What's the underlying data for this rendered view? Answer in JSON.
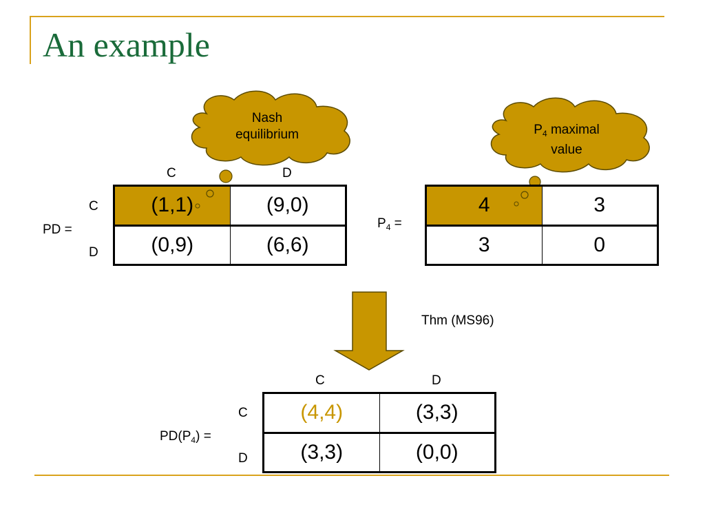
{
  "slide": {
    "title": "An example",
    "colors": {
      "title": "#1A6B3A",
      "accent_rule": "#D9A21B",
      "highlight": "#C89600"
    }
  },
  "pd": {
    "label": "PD =",
    "col_headers": [
      "C",
      "D"
    ],
    "row_headers": [
      "C",
      "D"
    ],
    "cells": [
      [
        "(1,1)",
        "(9,0)"
      ],
      [
        "(0,9)",
        "(6,6)"
      ]
    ],
    "callout": {
      "line1": "Nash",
      "line2": "equilibrium"
    }
  },
  "p4": {
    "label_main": "P",
    "label_sub": "4",
    "label_suffix": " =",
    "cells": [
      [
        "4",
        "3"
      ],
      [
        "3",
        "0"
      ]
    ],
    "callout": {
      "line1_main": "P",
      "line1_sub": "4",
      "line1_rest": " maximal",
      "line2": "value"
    }
  },
  "arrow": {
    "caption": "Thm (MS96)"
  },
  "pdp4": {
    "label_prefix": "PD(P",
    "label_sub": "4",
    "label_suffix": ") =",
    "col_headers": [
      "C",
      "D"
    ],
    "row_headers": [
      "C",
      "D"
    ],
    "cells": [
      [
        "(4,4)",
        "(3,3)"
      ],
      [
        "(3,3)",
        "(0,0)"
      ]
    ]
  }
}
